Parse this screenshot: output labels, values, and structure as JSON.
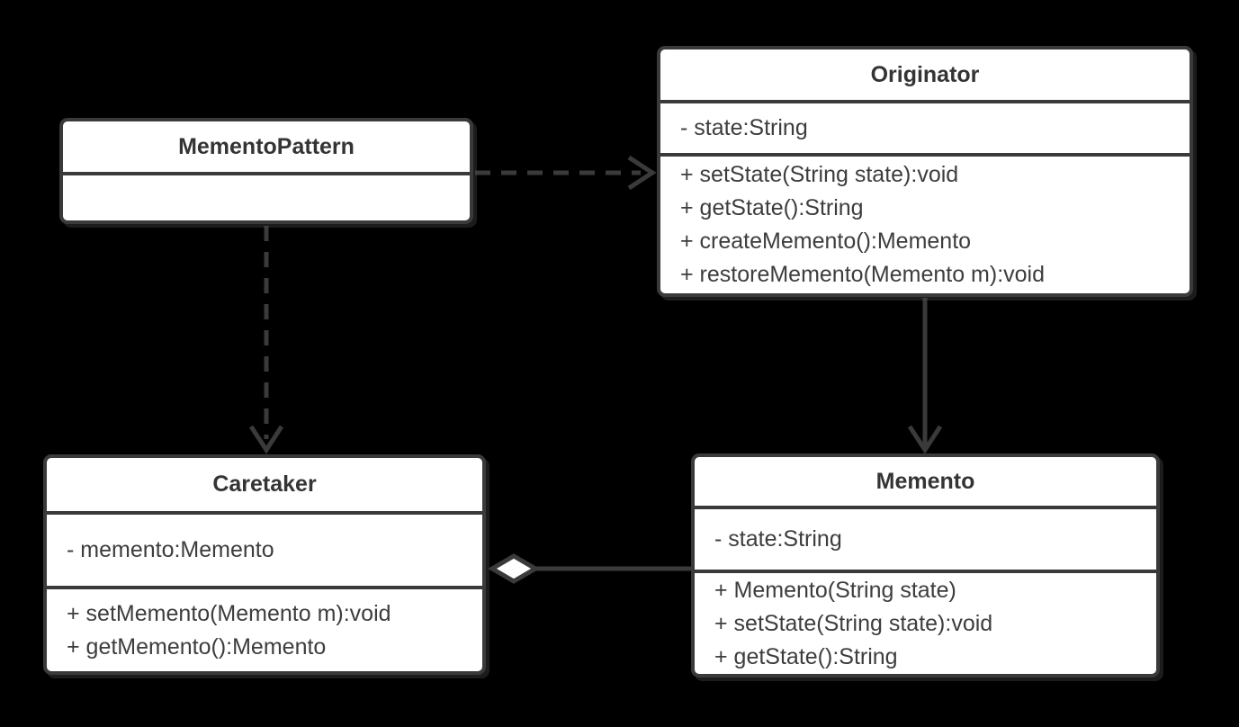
{
  "diagram": {
    "type": "uml-class-diagram",
    "classes": [
      {
        "name": "MementoPattern",
        "attributes": [],
        "methods": []
      },
      {
        "name": "Originator",
        "attributes": [
          "- state:String"
        ],
        "methods": [
          "+ setState(String state):void",
          "+ getState():String",
          "+ createMemento():Memento",
          "+ restoreMemento(Memento m):void"
        ]
      },
      {
        "name": "Caretaker",
        "attributes": [
          "- memento:Memento"
        ],
        "methods": [
          "+ setMemento(Memento m):void",
          "+ getMemento():Memento"
        ]
      },
      {
        "name": "Memento",
        "attributes": [
          "- state:String"
        ],
        "methods": [
          "+ Memento(String state)",
          "+ setState(String state):void",
          "+ getState():String"
        ]
      }
    ],
    "relationships": [
      {
        "from": "MementoPattern",
        "to": "Originator",
        "type": "dependency",
        "line": "dashed",
        "end": "open-arrow"
      },
      {
        "from": "MementoPattern",
        "to": "Caretaker",
        "type": "dependency",
        "line": "dashed",
        "end": "open-arrow"
      },
      {
        "from": "Originator",
        "to": "Memento",
        "type": "association",
        "line": "solid",
        "end": "open-arrow"
      },
      {
        "from": "Memento",
        "to": "Caretaker",
        "type": "aggregation",
        "line": "solid",
        "end": "hollow-diamond"
      }
    ],
    "colors": {
      "background": "#000000",
      "box_fill": "#ffffff",
      "box_border": "#3a3a3a",
      "text": "#3d3d3d",
      "line": "#3a3a3a",
      "diamond_fill": "#ffffff"
    }
  }
}
